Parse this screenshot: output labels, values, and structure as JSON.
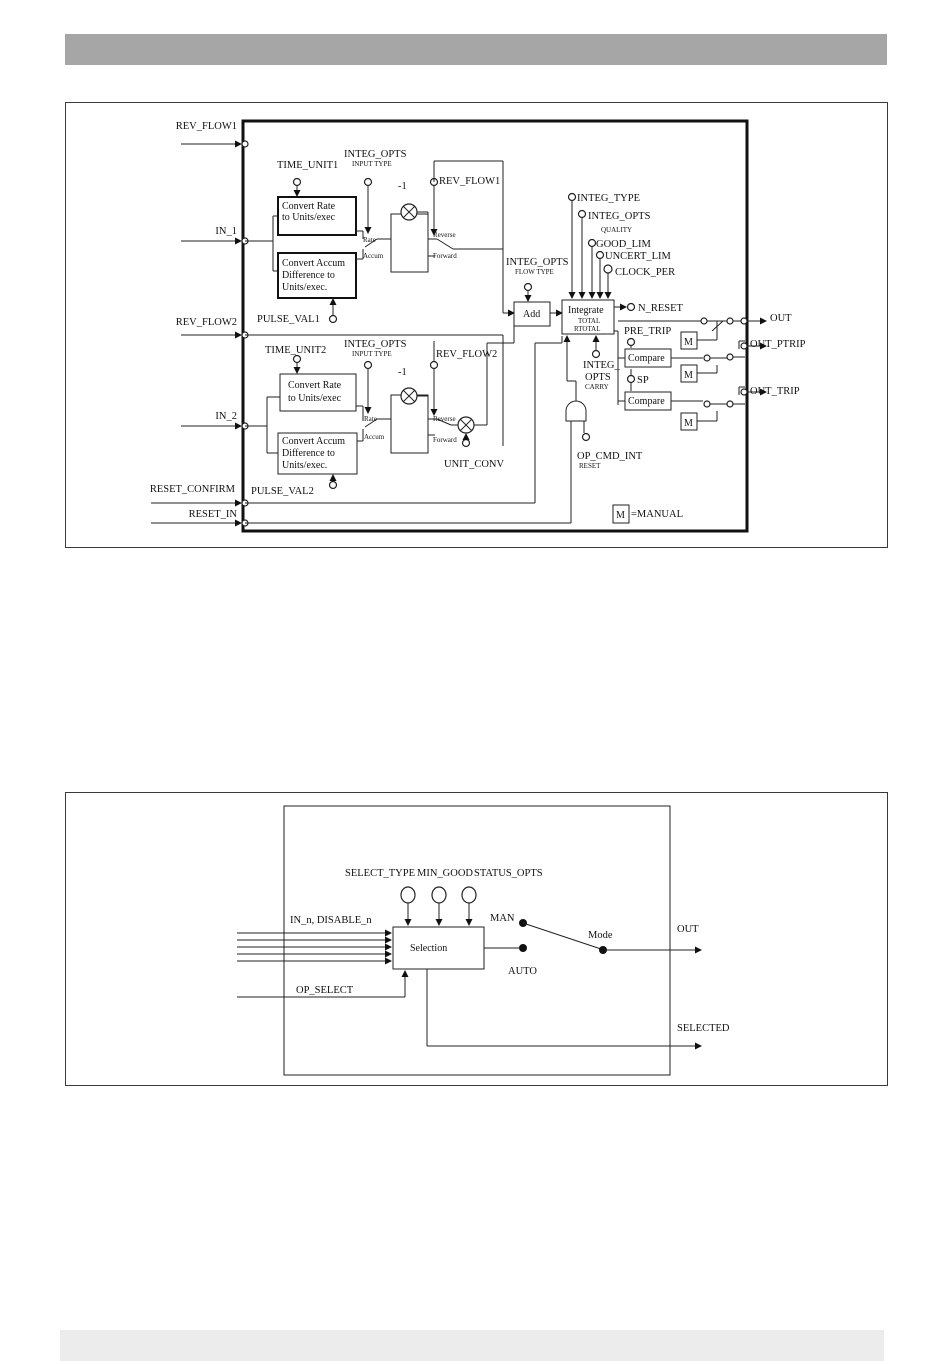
{
  "diagram1": {
    "inputs": {
      "rev_flow1": "REV_FLOW1",
      "in_1": "IN_1",
      "rev_flow2": "REV_FLOW2",
      "in_2": "IN_2",
      "reset_confirm": "RESET_CONFIRM",
      "reset_in": "RESET_IN"
    },
    "params": {
      "time_unit1": "TIME_UNIT1",
      "integ_opts_1": "INTEG_OPTS",
      "input_type_1": "INPUT TYPE",
      "rev_flow1_param": "REV_FLOW1",
      "minus_one_1": "-1",
      "pulse_val1": "PULSE_VAL1",
      "time_unit2": "TIME_UNIT2",
      "integ_opts_2": "INTEG_OPTS",
      "input_type_2": "INPUT TYPE",
      "rev_flow2_param": "REV_FLOW2",
      "minus_one_2": "-1",
      "pulse_val2": "PULSE_VAL2",
      "unit_conv": "UNIT_CONV",
      "integ_opts_flow": "INTEG_OPTS",
      "flow_type": "FLOW TYPE",
      "integ_type": "INTEG_TYPE",
      "integ_opts_q": "INTEG_OPTS",
      "quality": "QUALITY",
      "good_lim": "GOOD_LIM",
      "uncert_lim": "UNCERT_LIM",
      "clock_per": "CLOCK_PER",
      "n_reset": "N_RESET",
      "integ_opts_carry_1": "INTEG_",
      "integ_opts_carry_2": "OPTS",
      "carry": "CARRY",
      "op_cmd_int": "OP_CMD_INT",
      "reset": "RESET",
      "pre_trip": "PRE_TRIP",
      "sp": "SP"
    },
    "blocks": {
      "convert_rate_1a": "Convert Rate",
      "convert_rate_1b": "to Units/exec",
      "convert_accum_1a": "Convert Accum",
      "convert_accum_1b": "Difference to",
      "convert_accum_1c": "Units/exec.",
      "convert_rate_2a": "Convert Rate",
      "convert_rate_2b": "to Units/exec",
      "convert_accum_2a": "Convert Accum",
      "convert_accum_2b": "Difference to",
      "convert_accum_2c": "Units/exec.",
      "add": "Add",
      "integrate": "Integrate",
      "total": "TOTAL",
      "rtotal": "RTOTAL",
      "compare_1": "Compare",
      "compare_2": "Compare"
    },
    "switch_labels": {
      "rate": "Rate",
      "accum": "Accum",
      "reverse": "Reverse",
      "forward": "Forward"
    },
    "outputs": {
      "out": "OUT",
      "out_ptrip": "OUT_PTRIP",
      "out_trip": "OUT_TRIP"
    },
    "legend": {
      "m": "M",
      "manual": "=MANUAL"
    }
  },
  "diagram2": {
    "select_type": "SELECT_TYPE",
    "min_good": "MIN_GOOD",
    "status_opts": "STATUS_OPTS",
    "in_n": "IN_n, DISABLE_n",
    "op_select": "OP_SELECT",
    "selection": "Selection",
    "man": "MAN",
    "auto": "AUTO",
    "mode": "Mode",
    "out": "OUT",
    "selected": "SELECTED"
  }
}
